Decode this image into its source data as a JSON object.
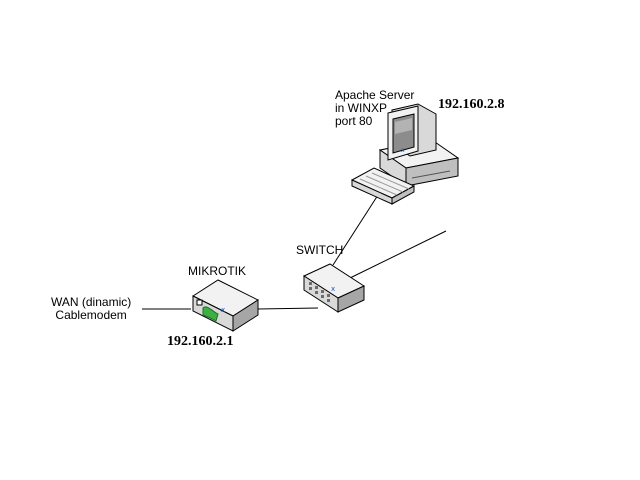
{
  "server": {
    "label_lines": [
      "Apache Server",
      "in WINXP",
      "port 80"
    ],
    "ip": "192.160.2.8"
  },
  "switch": {
    "label": "SWITCH"
  },
  "router": {
    "label": "MIKROTIK",
    "ip": "192.160.2.1"
  },
  "wan": {
    "label_lines": [
      "WAN (dinamic)",
      "Cablemodem"
    ]
  },
  "colors": {
    "line": "#000000",
    "device_light": "#f2f2f2",
    "device_mid": "#d9d9d9",
    "device_dark": "#a6a6a6",
    "router_accent": "#3cb043",
    "port_marker": "#1a4fd6"
  }
}
